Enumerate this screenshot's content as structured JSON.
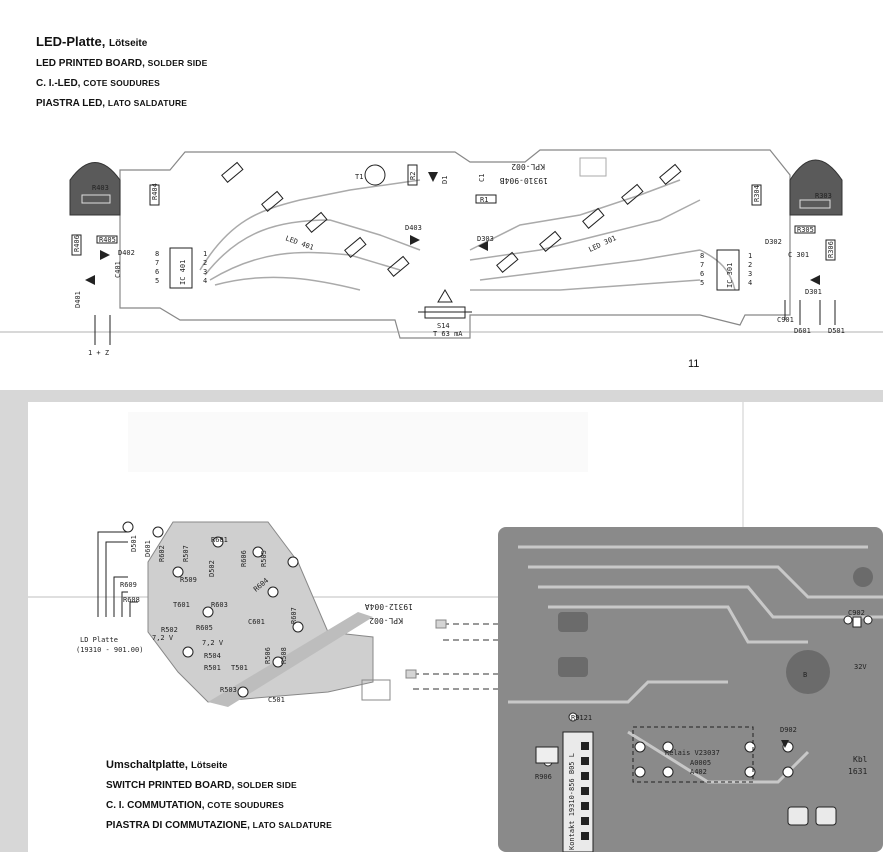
{
  "upper": {
    "caption": [
      {
        "main": "LED-Platte, ",
        "small": "Lötseite"
      },
      {
        "main": "LED PRINTED BOARD, ",
        "small": "SOLDER SIDE"
      },
      {
        "main": "C. I.-LED, ",
        "small": "COTE SOUDURES"
      },
      {
        "main": "PIASTRA LED, ",
        "small": "LATO SALDATURE"
      }
    ],
    "page_number": "11",
    "labels": {
      "r403": "R403",
      "r404": "R404",
      "r405": "R405",
      "r406": "R406",
      "d401": "D401",
      "d402": "D402",
      "c401": "C401",
      "ic401": "IC 401",
      "led401": "LED 401",
      "t1": "T1",
      "r2": "R2",
      "d1": "D1",
      "c1": "C1",
      "r1": "R1",
      "d403": "D403",
      "d303": "D303",
      "led301": "LED 301",
      "board_id_1": "KPL-002",
      "board_id_2": "19310-904B",
      "s14": "S14",
      "t63": "T 63 mA",
      "ic301": "IC 301",
      "r303": "R303",
      "r304": "R304",
      "r305": "R305",
      "r306": "R306",
      "d302": "D302",
      "c301": "C 301",
      "d301": "D301",
      "c901": "C901",
      "d601": "D601",
      "d501": "D501",
      "pin_l_1": "1",
      "pin_l_2": "2",
      "pin_l_3": "3",
      "pin_l_4": "4",
      "pin_l_5": "5",
      "pin_l_6": "6",
      "pin_l_7": "7",
      "pin_l_8": "8",
      "pin_r_1": "1",
      "pin_r_2": "2",
      "pin_r_3": "3",
      "pin_r_4": "4",
      "pin_r_5": "5",
      "pin_r_6": "6",
      "pin_r_7": "7",
      "pin_r_8": "8",
      "bottom_terminals": "1 + Z"
    }
  },
  "lower": {
    "caption": [
      {
        "main": "Umschaltplatte, ",
        "small": "Lötseite"
      },
      {
        "main": "SWITCH PRINTED BOARD, ",
        "small": "SOLDER SIDE"
      },
      {
        "main": "C. I. COMMUTATION, ",
        "small": "COTE SOUDURES"
      },
      {
        "main": "PIASTRA DI COMMUTAZIONE, ",
        "small": "LATO SALDATURE"
      }
    ],
    "labels": {
      "ld_platte": "LD  Platte",
      "ld_platte_num": "(19310 - 901.00)",
      "board_id_1": "19312-004A",
      "board_id_2": "KPL-002",
      "d501": "D501",
      "d601": "D601",
      "r601": "R601",
      "r602": "R602",
      "r507": "R507",
      "d502": "D502",
      "r606": "R606",
      "r505": "R505",
      "r509": "R509",
      "r609": "R609",
      "r608": "R608",
      "r604": "R604",
      "t601": "T601",
      "r603": "R603",
      "r502": "R502",
      "r605": "R605",
      "c601": "C601",
      "r607": "R607",
      "r504": "R504",
      "r501": "R501",
      "t501": "T501",
      "r506": "R506",
      "r503": "R503",
      "c501": "C501",
      "r508": "R508",
      "v72": "7,2 V",
      "v72b": "7,2 V",
      "r9121": "R9121",
      "r906": "R906",
      "relais": "Relais V23037",
      "relais_a1": "A0005",
      "relais_a2": "A402",
      "c902": "C902",
      "d902": "D902",
      "v32": "32V",
      "b": "B",
      "kbl": "Kbl",
      "kbl2": "1631",
      "vertical_text": "Kontakt 19310-856 B05 L"
    }
  }
}
